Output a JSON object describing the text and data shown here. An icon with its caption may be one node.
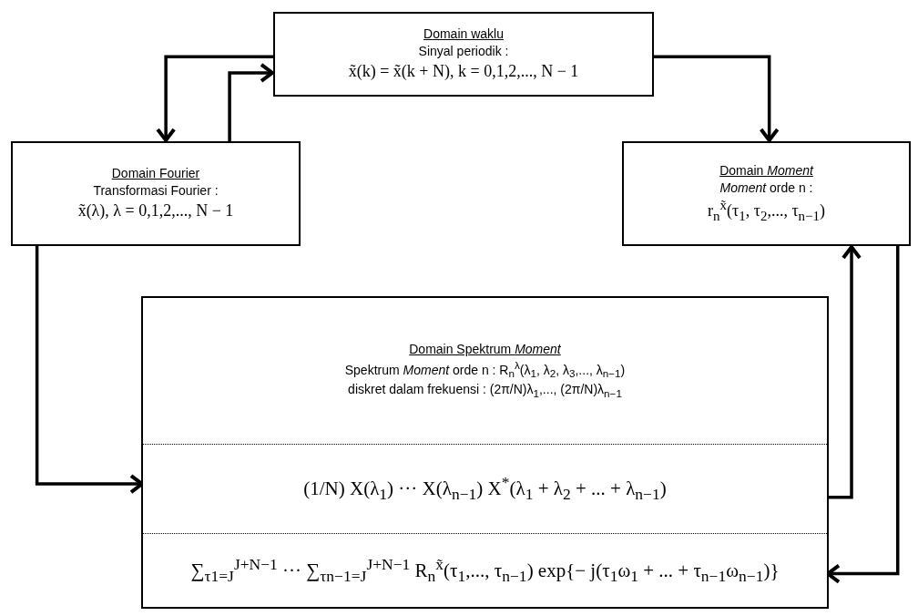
{
  "diagram": {
    "nodes": [
      {
        "text": [
          "Domain waklu",
          "Sinyal periodik :",
          "x̃(k) = x̃(k + N), k = 0,1,2,..., N − 1"
        ]
      },
      {
        "text": [
          "Domain Fourier",
          "Transformasi Fourier :",
          "x̃(λ), λ = 0,1,2,..., N − 1"
        ]
      },
      {
        "text": [
          "Domain *Moment*",
          "*Moment* orde n :",
          "r$_{n}$$^{x̃}$(τ$_{1}$, τ$_{2}$,..., τ$_{n−1}$)"
        ]
      },
      {
        "text": [],
        "shape": "box"
      },
      {
        "text": [
          "Domain Spektrum *Moment*",
          "Spektrum *Moment* orde n : R$_{n}$$^{λ}$(λ$_{1}$, λ$_{2}$, λ$_{3}$,..., λ$_{n−1}$)",
          "diskret dalam frekuensi : (2π/N)λ$_{1}$,..., (2π/N)λ$_{n−1}$"
        ],
        "in": 3
      },
      {
        "text": [
          "(1/N) X(λ$_{1}$) ··· X(λ$_{n−1}$) X$^{*}$(λ$_{1}$ + λ$_{2}$ + ... + λ$_{n−1}$)"
        ],
        "in": 3
      },
      {
        "text": [
          "∑$_{τ1=J}$$^{J+N−1}$ ··· ∑$_{τn−1=J}$$^{J+N−1}$ R$_{n}$$^{x̃}$(τ$_{1}$,..., τ$_{n−1}$) exp{− j(τ$_{1}$ω$_{1}$ + ... + τ$_{n−1}$ω$_{n−1}$)}"
        ],
        "in": 3
      }
    ],
    "edges": [
      {
        "from": 0,
        "to": 1,
        "arrow": "to"
      },
      {
        "from": 1,
        "to": 0,
        "arrow": "to"
      },
      {
        "from": 0,
        "to": 2,
        "arrow": "to"
      },
      {
        "from": 1,
        "to": 5,
        "arrow": "to"
      },
      {
        "from": 5,
        "to": 2,
        "arrow": "to"
      },
      {
        "from": 2,
        "to": 6,
        "arrow": "to"
      }
    ]
  }
}
